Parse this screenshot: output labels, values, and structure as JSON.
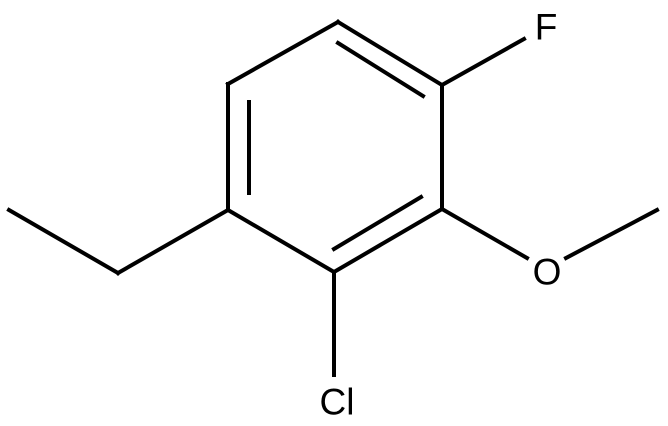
{
  "molecule": {
    "atoms": {
      "fluorine": "F",
      "oxygen": "O",
      "chlorine": "Cl"
    },
    "line_color": "#000000",
    "background_color": "#ffffff"
  }
}
